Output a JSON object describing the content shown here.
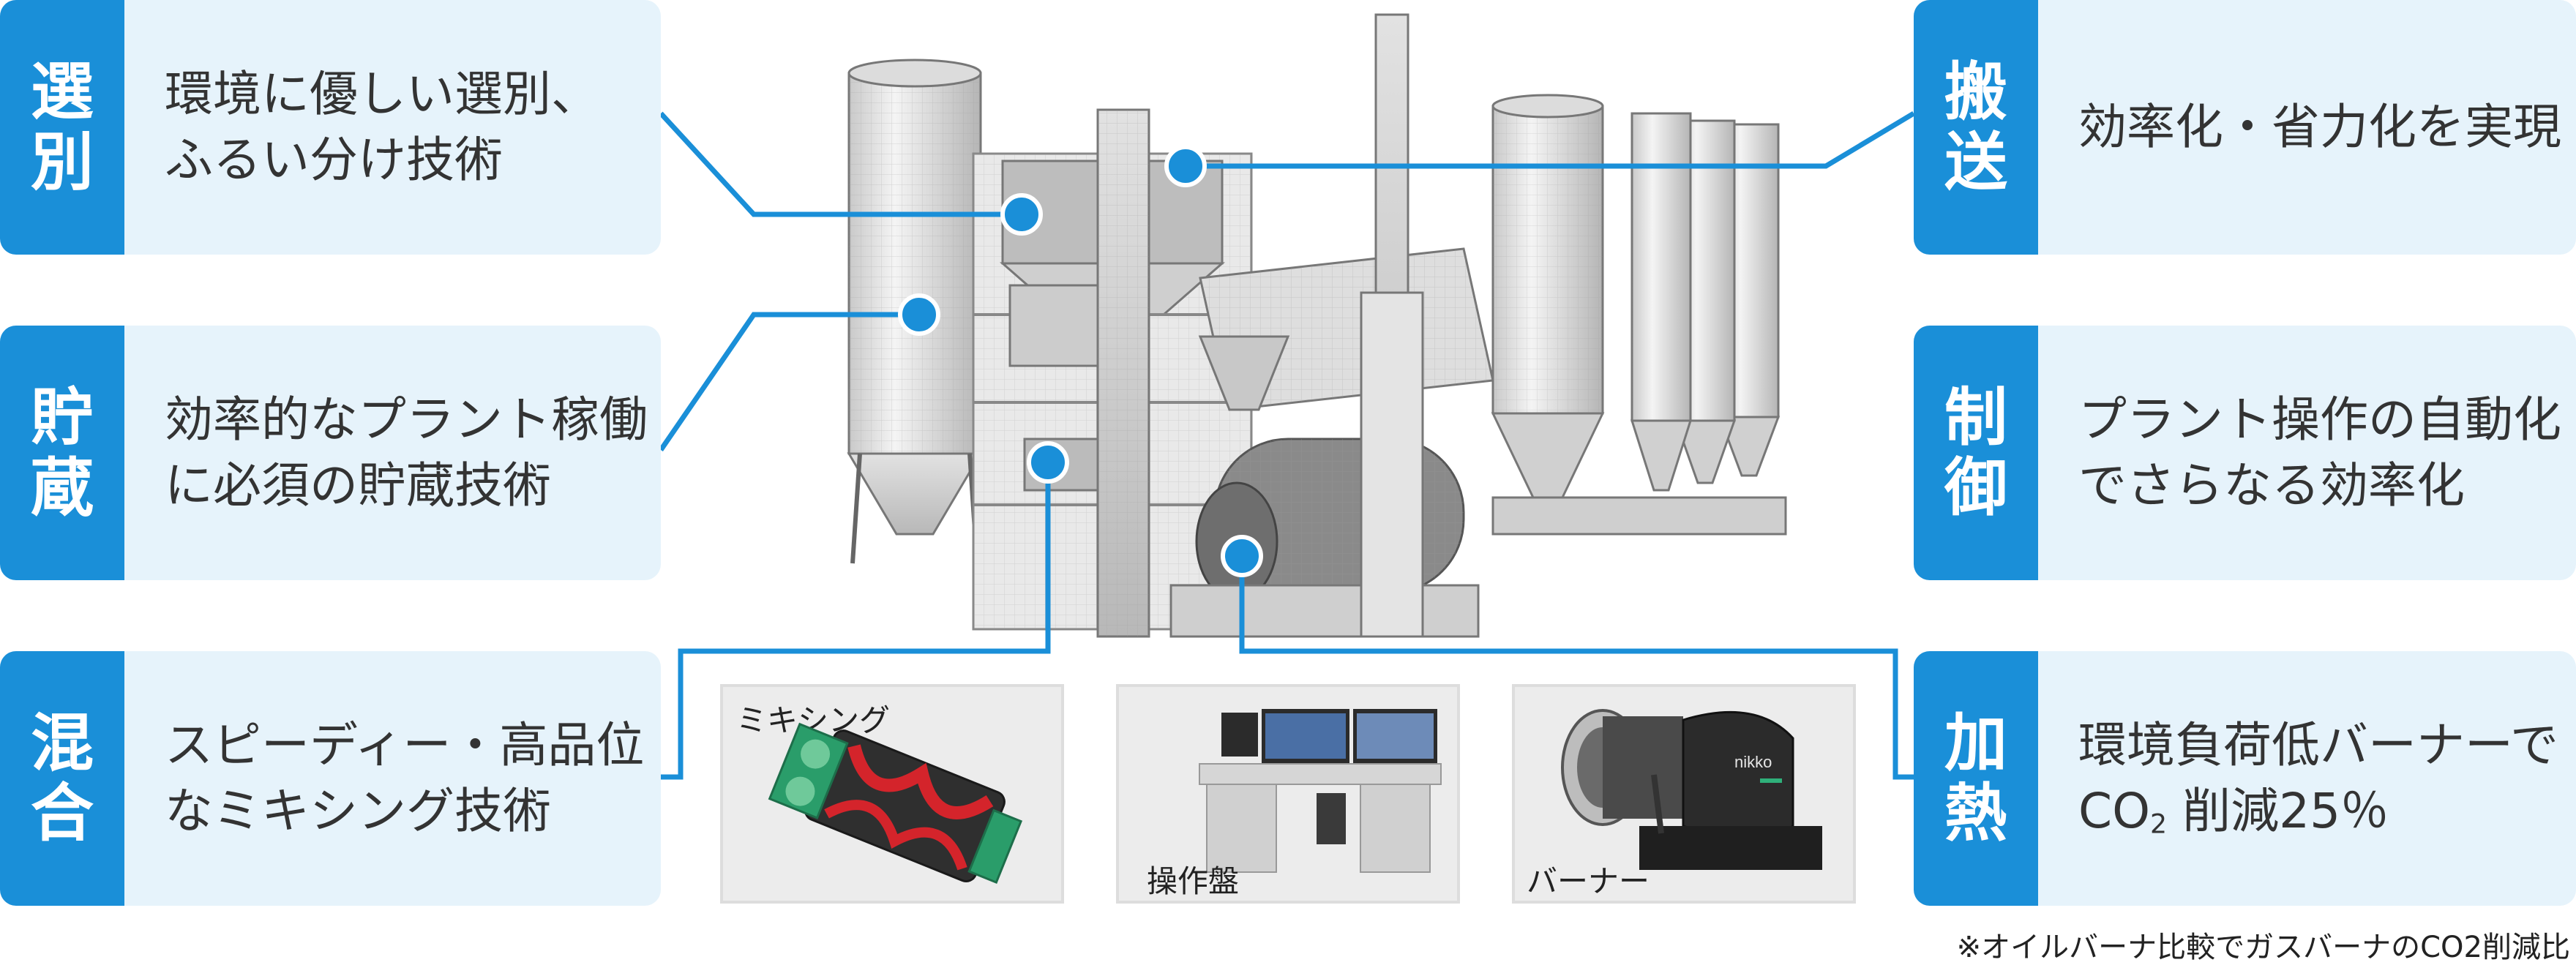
{
  "cards": {
    "sort": {
      "tag_1": "選",
      "tag_2": "別",
      "line_1": "環境に優しい選別、",
      "line_2": "ふるい分け技術"
    },
    "store": {
      "tag_1": "貯",
      "tag_2": "蔵",
      "line_1": "効率的なプラント稼働",
      "line_2": "に必須の貯蔵技術"
    },
    "mix": {
      "tag_1": "混",
      "tag_2": "合",
      "line_1": "スピーディー・高品位",
      "line_2": "なミキシング技術"
    },
    "convey": {
      "tag_1": "搬",
      "tag_2": "送",
      "line_1": "効率化・省力化を実現"
    },
    "control": {
      "tag_1": "制",
      "tag_2": "御",
      "line_1": "プラント操作の自動化",
      "line_2": "でさらなる効率化"
    },
    "heat": {
      "tag_1": "加",
      "tag_2": "熱",
      "line_1": "環境負荷低バーナーで",
      "line_2_prefix": "CO",
      "line_2_sub": "2",
      "line_2_suffix": " 削減25％"
    }
  },
  "photos": {
    "mixing": {
      "label": "ミキシング"
    },
    "panel": {
      "label": "操作盤"
    },
    "burner": {
      "label": "バーナー",
      "brand": "nikko"
    }
  },
  "footnote": "※オイルバーナ比較でガスバーナのCO2削減比",
  "colors": {
    "accent": "#1a8fd8",
    "card_bg": "#e6f3fb",
    "text": "#333333"
  }
}
